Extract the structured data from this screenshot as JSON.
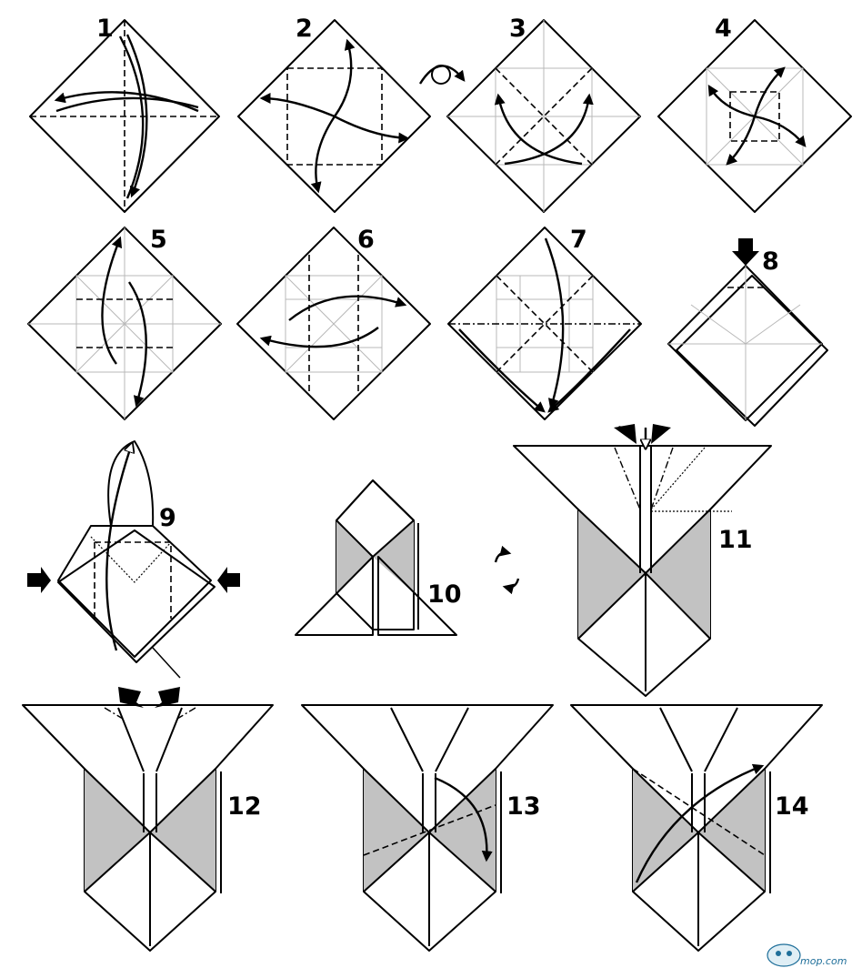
{
  "steps": [
    {
      "number": "1",
      "view": "square-colored-side"
    },
    {
      "number": "2",
      "view": "square-colored-side"
    },
    {
      "number": "3",
      "view": "square-white-side"
    },
    {
      "number": "4",
      "view": "square-white-side"
    },
    {
      "number": "5",
      "view": "square-white-side"
    },
    {
      "number": "6",
      "view": "square-white-side"
    },
    {
      "number": "7",
      "view": "square-white-side"
    },
    {
      "number": "8",
      "view": "collapsed-square"
    },
    {
      "number": "9",
      "view": "collapsed-square-open"
    },
    {
      "number": "10",
      "view": "bird-base-shape"
    },
    {
      "number": "11",
      "view": "cup-shape"
    },
    {
      "number": "12",
      "view": "cup-shape"
    },
    {
      "number": "13",
      "view": "cup-shape"
    },
    {
      "number": "14",
      "view": "cup-shape"
    }
  ],
  "symbols": {
    "turn_over": "turn-over-icon",
    "rotate": "rotate-icon",
    "push": "push-arrow-icon"
  },
  "colors": {
    "paper_colored": "#c2c2c2",
    "paper_white": "#ffffff",
    "line": "#000000",
    "crease": "#b8b8b8",
    "watermark": "#1f6f9a"
  },
  "watermark": {
    "text": "mop.com"
  }
}
